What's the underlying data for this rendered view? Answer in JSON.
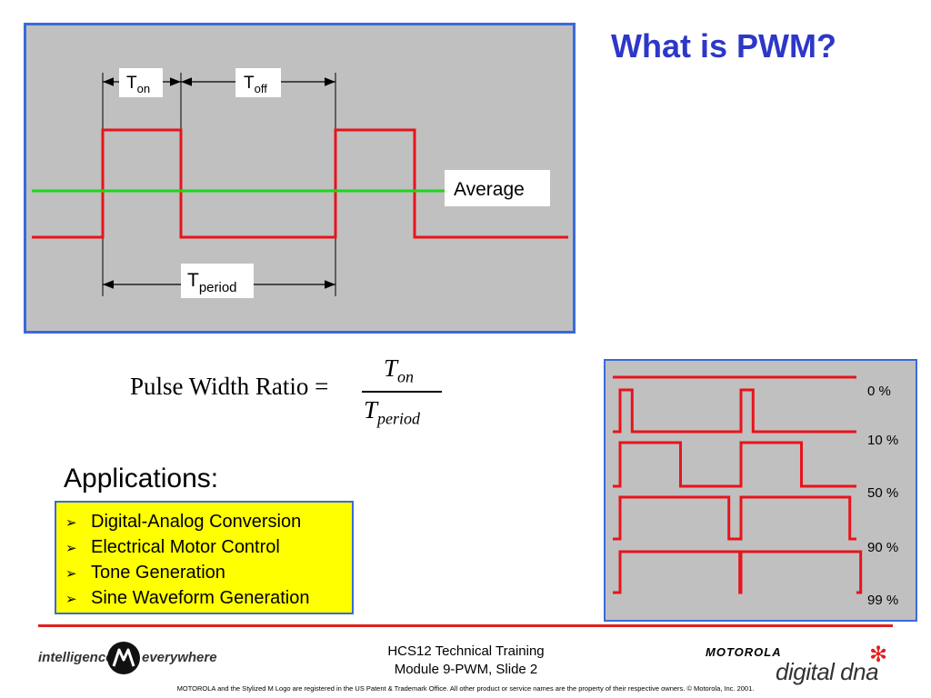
{
  "slide": {
    "title": "What is PWM?"
  },
  "main_diagram": {
    "labels": {
      "t_on_main": "T",
      "t_on_sub": "on",
      "t_off_main": "T",
      "t_off_sub": "off",
      "t_period_main": "T",
      "t_period_sub": "period",
      "average": "Average"
    },
    "colors": {
      "signal": "#e8131c",
      "average": "#1fd41f",
      "background": "#c0c0c0",
      "border": "#3a6ad9"
    }
  },
  "equation": {
    "lhs": "Pulse Width Ratio =",
    "numerator_main": "T",
    "numerator_sub": "on",
    "denominator_main": "T",
    "denominator_sub": "period"
  },
  "applications": {
    "heading": "Applications:",
    "items": [
      "Digital-Analog Conversion",
      "Electrical Motor Control",
      "Tone Generation",
      "Sine Waveform Generation"
    ],
    "bullet_glyph": "➢"
  },
  "duty_cycles": {
    "levels": [
      {
        "label": "0 %",
        "duty": 0.0
      },
      {
        "label": "10 %",
        "duty": 0.1
      },
      {
        "label": "50 %",
        "duty": 0.5
      },
      {
        "label": "90 %",
        "duty": 0.9
      },
      {
        "label": "99 %",
        "duty": 0.99
      }
    ]
  },
  "footer": {
    "tagline_left": "intelligence",
    "tagline_right": "everywhere",
    "course": "HCS12 Technical Training",
    "module": "Module 9-PWM, Slide 2",
    "brand_name": "MOTOROLA",
    "brand_product": "digital dna",
    "legal": "MOTOROLA and the Stylized M Logo are registered in the US Patent & Trademark Office. All other  product or service names are the property of their respective owners.  © Motorola, Inc. 2001."
  }
}
